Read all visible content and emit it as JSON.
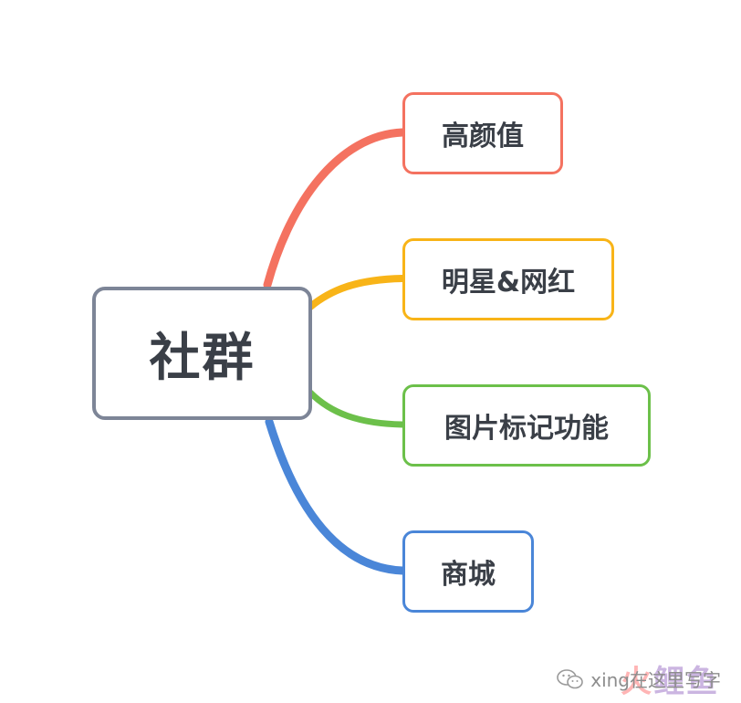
{
  "root": {
    "label": "社群",
    "border_color": "#7d8597"
  },
  "branches": [
    {
      "label": "高颜值",
      "color": "#f47260"
    },
    {
      "label": "明星&网红",
      "color": "#f8b418"
    },
    {
      "label": "图片标记功能",
      "color": "#6cc04a"
    },
    {
      "label": "商城",
      "color": "#4a86d8"
    }
  ],
  "watermark": {
    "icon": "wechat-icon",
    "text": "xing在这里写字",
    "logo_text": "火",
    "logo_accent": "鲤鱼"
  }
}
